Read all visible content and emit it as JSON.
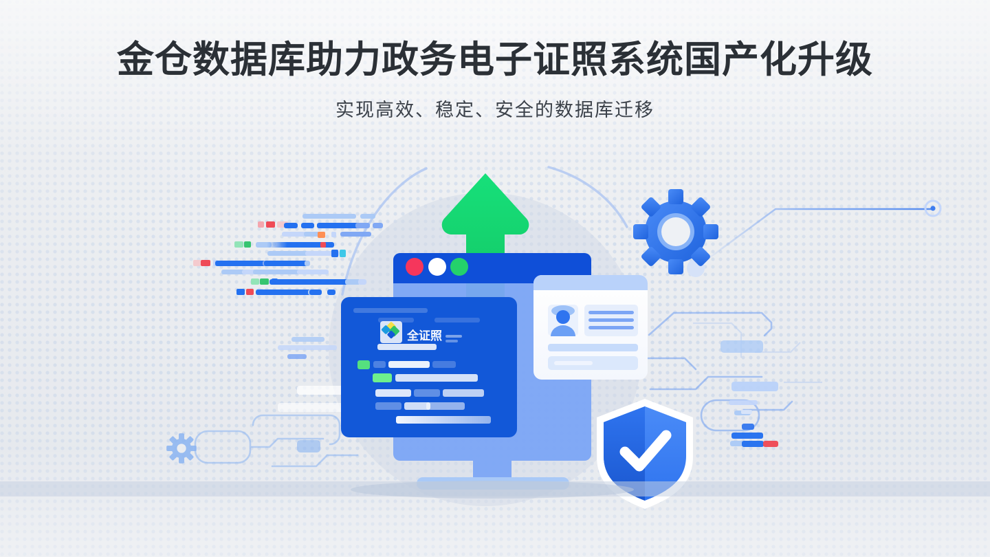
{
  "page": {
    "background_color": "#eceef1",
    "accent_blue": "#1258d8",
    "accent_light_blue": "#7ba5f5",
    "accent_green": "#1ad46f",
    "title_color": "#2b3036"
  },
  "header": {
    "title": "金仓数据库助力政务电子证照系统国产化升级",
    "subtitle": "实现高效、稳定、安全的数据库迁移"
  },
  "illustration": {
    "browser_window": {
      "traffic_lights": [
        {
          "name": "close",
          "color": "#f5365c"
        },
        {
          "name": "minimize",
          "color": "#ffffff"
        },
        {
          "name": "maximize",
          "color": "#24d16b"
        }
      ]
    },
    "app_card": {
      "logo_label": "全证照",
      "logo_colors": [
        "#2ec36a",
        "#1a9be0",
        "#f5e04a",
        "#1258d8"
      ]
    },
    "id_card": {
      "avatar": "person-avatar",
      "text_line_count": 3,
      "data_row_count": 2
    },
    "shield": {
      "icon": "shield-check-icon",
      "fill_dark": "#1f63dd",
      "fill_light": "#4287f5",
      "check_color": "#ffffff"
    },
    "gear_large": {
      "icon": "gear-icon",
      "teeth": 8,
      "color": "#2f74ef"
    },
    "gear_small": {
      "icon": "gear-icon",
      "teeth": 8,
      "color": "#8bb4f2"
    },
    "upload_arrow": {
      "icon": "arrow-up-icon",
      "color": "#1ad46f"
    },
    "code_bars_left": {
      "description": "abstract code lines",
      "colors": [
        "#1a6bf0",
        "#7ba5f5",
        "#c3d6fb",
        "#f0434f",
        "#2ec36a",
        "#ff8a4c"
      ]
    },
    "code_bars_right": {
      "description": "abstract code lines",
      "colors": [
        "#1a6bf0",
        "#7ba5f5",
        "#c3d6fb",
        "#f0434f"
      ]
    },
    "circuit_traces": {
      "color": "#6f9ef2"
    },
    "connector_nodes": 2
  }
}
